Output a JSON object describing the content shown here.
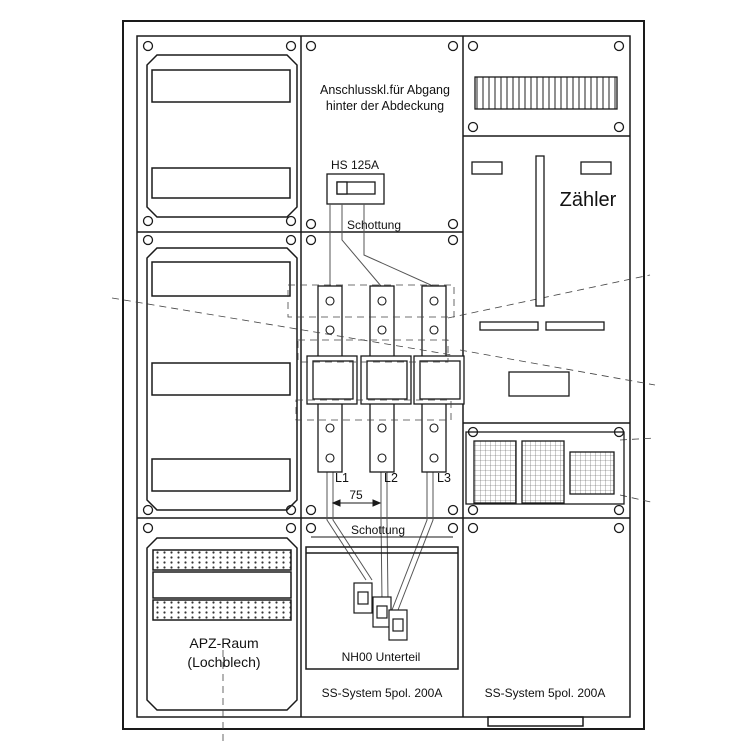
{
  "labels": {
    "top_center_line1": "Anschlusskl.für Abgang",
    "top_center_line2": "hinter der Abdeckung",
    "hs_label": "HS 125A",
    "schottung_upper": "Schottung",
    "schottung_lower": "Schottung",
    "meter_label": "Zähler",
    "phase_l1": "L1",
    "phase_l2": "L2",
    "phase_l3": "L3",
    "dimension": "75",
    "apz_line1": "APZ-Raum",
    "apz_line2": "(Lochblech)",
    "nh00": "NH00 Unterteil",
    "ss_center": "SS-System 5pol. 200A",
    "ss_right": "SS-System 5pol. 200A"
  },
  "colors": {
    "line": "#1a1a1a",
    "panel_fill": "#ffffff",
    "grid_fill": "#e9e9e9",
    "dash": "#444444"
  }
}
